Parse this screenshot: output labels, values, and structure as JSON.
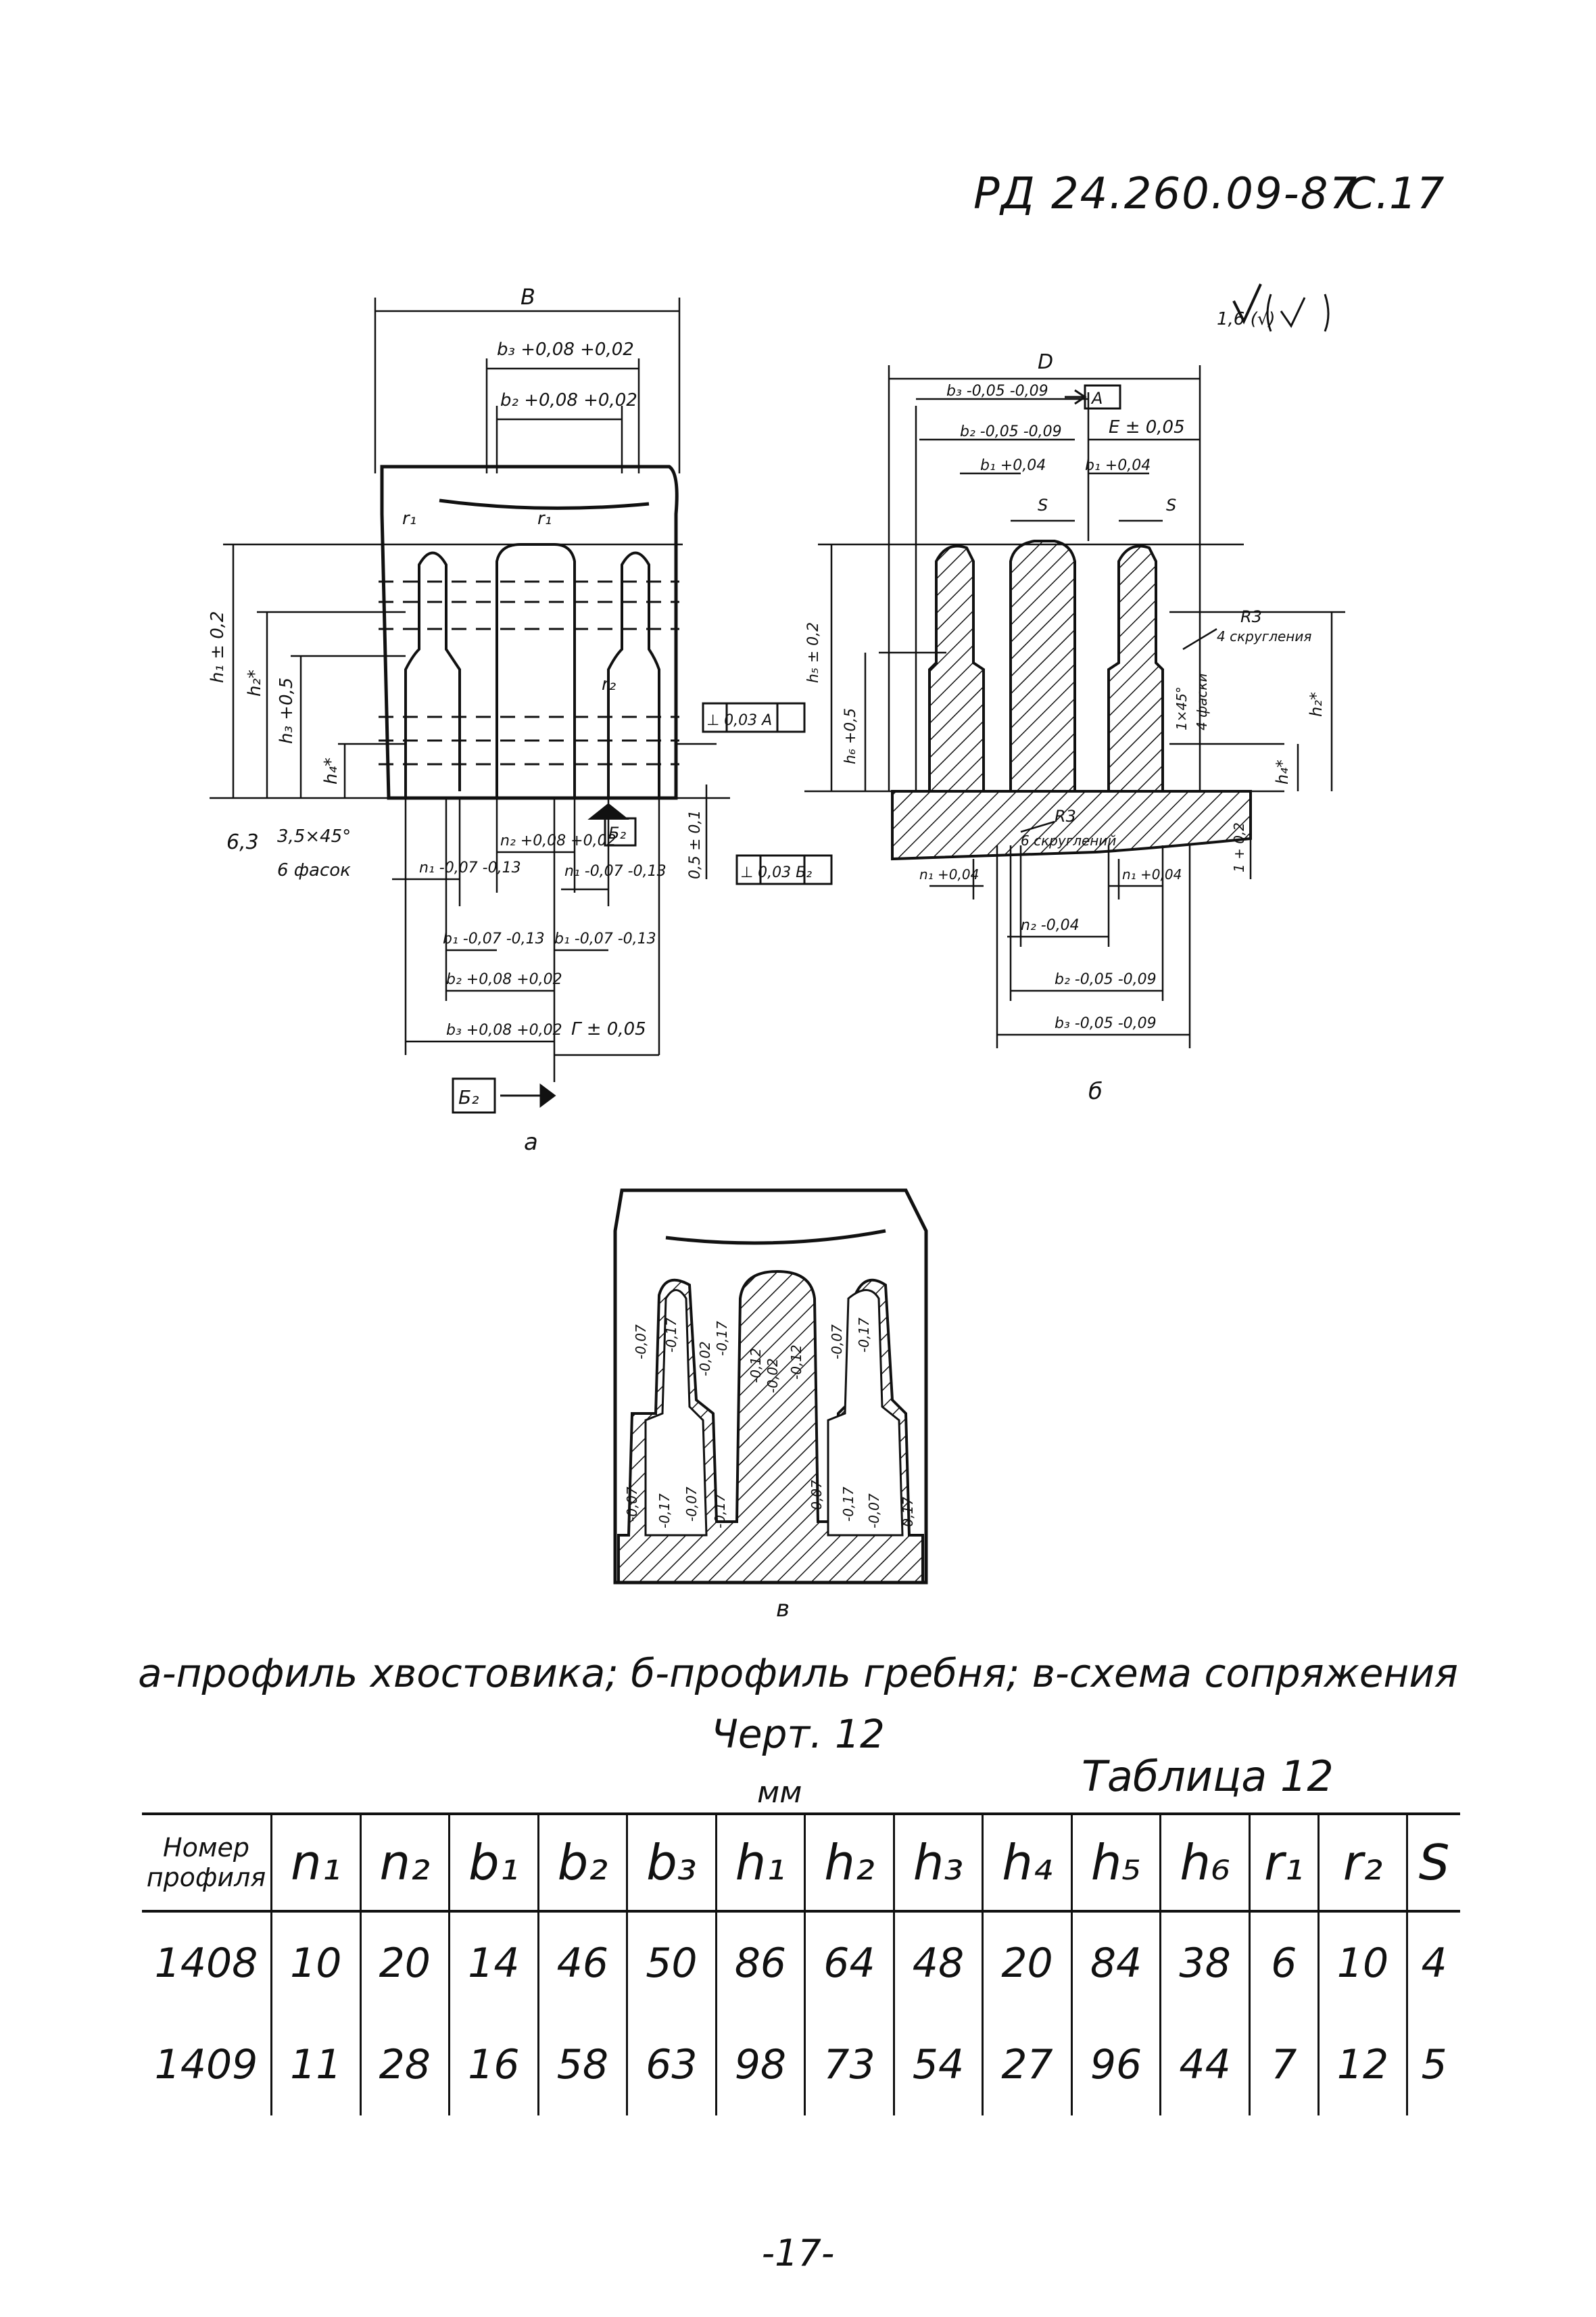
{
  "header": {
    "doc_code": "РД 24.260.09-87",
    "page_ref": "С.17"
  },
  "figure_a": {
    "label": "а",
    "dims": {
      "B": "В",
      "b3_top": "b₃ +0,08 +0,02",
      "b2_top": "b₂ +0,08 +0,02",
      "r1_left": "r₁",
      "r1_mid": "r₁",
      "r2": "r₂",
      "h1": "h₁ ± 0,2",
      "h2": "h₂*",
      "h3": "h₃ +0,5",
      "h4": "h₄*",
      "rough": "6,3",
      "chamfer": "3,5×45°",
      "chamfer_note": "6 фасок",
      "n1_left": "n₁ -0,07 -0,13",
      "n2": "n₂ +0,08 +0,02",
      "n1_right": "n₁ -0,07 -0,13",
      "b1_left": "b₁ -0,07 -0,13",
      "b1_right": "b₁ -0,07 -0,13",
      "b2_bottom": "b₂ +0,08 +0,02",
      "b3_bottom": "b₃ +0,08 +0,02",
      "G": "Г ± 0,05",
      "side_05": "0,5 ± 0,1",
      "b2_box": "Б₂",
      "tol_perp_A": "⊥ 0,03 A",
      "tol_perp_B2": "⊥ 0,03 Б₂",
      "datum_b2": "Б₂"
    }
  },
  "figure_b": {
    "label": "б",
    "roughness": "1,6 (√)",
    "dims": {
      "D": "D",
      "b3_top": "b₃ -0,05 -0,09",
      "datum_A": "A",
      "b2_top": "b₂ -0,05 -0,09",
      "E": "E ± 0,05",
      "b1_left": "b₁ +0,04",
      "b1_right": "b₁ +0,04",
      "s_left": "S",
      "s_right": "S",
      "h5": "h₅ ± 0,2",
      "h6": "h₆ +0,5",
      "R3_top": "R3",
      "R3_top_note": "4 скругления",
      "chamfer": "1×45°",
      "chamfer_note": "4 фаски",
      "h2": "h₂*",
      "h4": "h₄*",
      "R3_bottom": "R3",
      "R3_bottom_note": "6 скруглений",
      "side_1": "1 + 0,2",
      "n1_left": "n₁ +0,04",
      "n1_right": "n₁ +0,04",
      "n2": "n₂ -0,04",
      "b2_bottom": "b₂ -0,05 -0,09",
      "b3_bottom": "b₃ -0,05 -0,09"
    }
  },
  "figure_c": {
    "label": "в",
    "tolerances": [
      "-0,07",
      "-0,17",
      "-0,02",
      "-0,17",
      "-0,12",
      "-0,02",
      "-0,12",
      "-0,07",
      "-0,17",
      "-0,07",
      "-0,17",
      "-0,07",
      "-0,17",
      "-0,07",
      "-0,17",
      "-0,07",
      "-0,17"
    ]
  },
  "caption": "а-профиль хвостовика; б-профиль гребня; в-схема сопряжения",
  "figure_number": "Черт. 12",
  "table": {
    "title": "Таблица 12",
    "units": "мм",
    "headers": [
      "Номер профиля",
      "n₁",
      "n₂",
      "b₁",
      "b₂",
      "b₃",
      "h₁",
      "h₂",
      "h₃",
      "h₄",
      "h₅",
      "h₆",
      "r₁",
      "r₂",
      "S"
    ],
    "rows": [
      [
        "1408",
        "10",
        "20",
        "14",
        "46",
        "50",
        "86",
        "64",
        "48",
        "20",
        "84",
        "38",
        "6",
        "10",
        "4"
      ],
      [
        "1409",
        "11",
        "28",
        "16",
        "58",
        "63",
        "98",
        "73",
        "54",
        "27",
        "96",
        "44",
        "7",
        "12",
        "5"
      ]
    ]
  },
  "page_number": "-17-"
}
